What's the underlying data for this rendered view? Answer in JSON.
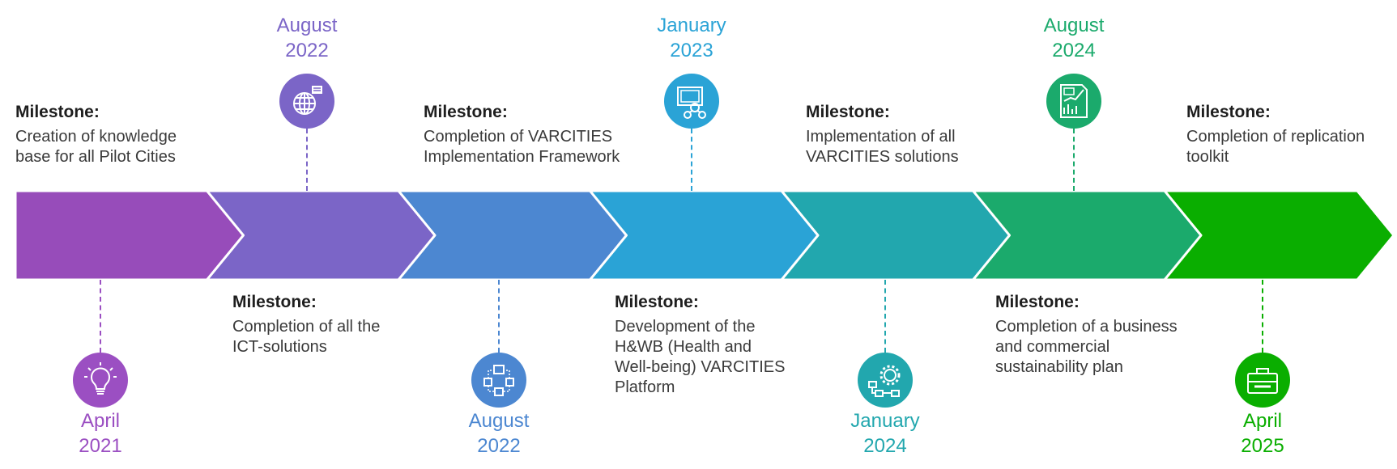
{
  "milestone_heading": "Milestone:",
  "segments": [
    {
      "color": "#974CBA"
    },
    {
      "color": "#7B65C7"
    },
    {
      "color": "#4C87D1"
    },
    {
      "color": "#2AA3D6"
    },
    {
      "color": "#22A7AE"
    },
    {
      "color": "#1BAA6C"
    },
    {
      "color": "#0AAE00"
    }
  ],
  "milestones": [
    {
      "text": "Creation of knowledge\nbase for all Pilot Cities"
    },
    {
      "text": "Completion of all the\nICT-solutions"
    },
    {
      "text": "Completion of VARCITIES\nImplementation Framework"
    },
    {
      "text": "Development of the\nH&WB (Health and\nWell-being) VARCITIES\nPlatform"
    },
    {
      "text": "Implementation of all\nVARCITIES solutions"
    },
    {
      "text": "Completion of a business\nand commercial\nsustainability plan"
    },
    {
      "text": "Completion of replication\ntoolkit"
    }
  ],
  "events": [
    {
      "month": "April",
      "year": "2021",
      "icon": "lightbulb-icon",
      "color": "#9B4FC2"
    },
    {
      "month": "August",
      "year": "2022",
      "icon": "globe-chat-icon",
      "color": "#7B65C7"
    },
    {
      "month": "August",
      "year": "2022",
      "icon": "network-cubes-icon",
      "color": "#4C87D1"
    },
    {
      "month": "January",
      "year": "2023",
      "icon": "presentation-network-icon",
      "color": "#2AA3D6"
    },
    {
      "month": "January",
      "year": "2024",
      "icon": "gear-workflow-icon",
      "color": "#22A7AE"
    },
    {
      "month": "August",
      "year": "2024",
      "icon": "report-chart-icon",
      "color": "#1BAA6C"
    },
    {
      "month": "April",
      "year": "2025",
      "icon": "toolbox-icon",
      "color": "#0AAE00"
    }
  ]
}
